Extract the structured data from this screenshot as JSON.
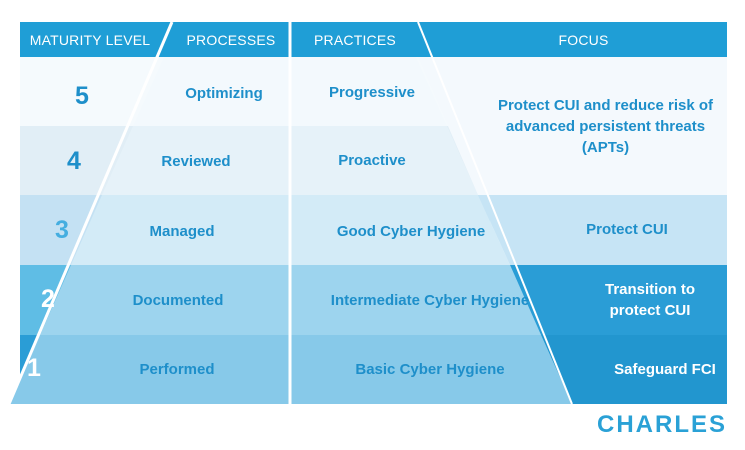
{
  "headers": {
    "maturity_level": "MATURITY LEVEL",
    "processes": "PROCESSES",
    "practices": "PRACTICES",
    "focus": "FOCUS"
  },
  "levels": [
    {
      "level": "5",
      "process": "Optimizing",
      "practice": "Progressive"
    },
    {
      "level": "4",
      "process": "Reviewed",
      "practice": "Proactive"
    },
    {
      "level": "3",
      "process": "Managed",
      "practice": "Good Cyber Hygiene"
    },
    {
      "level": "2",
      "process": "Documented",
      "practice": "Intermediate Cyber Hygiene"
    },
    {
      "level": "1",
      "process": "Performed",
      "practice": "Basic Cyber Hygiene"
    }
  ],
  "focus": {
    "levels_4_5": "Protect CUI and reduce risk of advanced persistent threats (APTs)",
    "level_3": "Protect CUI",
    "level_2": "Transition to protect CUI",
    "level_1": "Safeguard FCI"
  },
  "logo": {
    "text": "CHARLES"
  },
  "colors": {
    "header": "#1f9ed6",
    "row5": "#f5fafd",
    "row4": "#e1eef6",
    "row3": "#c4e1f3",
    "row2": "#5fbde5",
    "row1": "#2a9dd6",
    "inner5": "#f3f9fd",
    "inner4": "#e6f2f9",
    "inner3": "#d3ebf7",
    "inner2": "#9dd4ee",
    "inner1": "#87c9e9",
    "focus_top": "#f4f9fd",
    "focus3": "#c6e4f5",
    "focus2": "#2a9dd6",
    "focus1": "#2296cf",
    "text_dark": "#1e8fca",
    "text_white": "#ffffff"
  }
}
